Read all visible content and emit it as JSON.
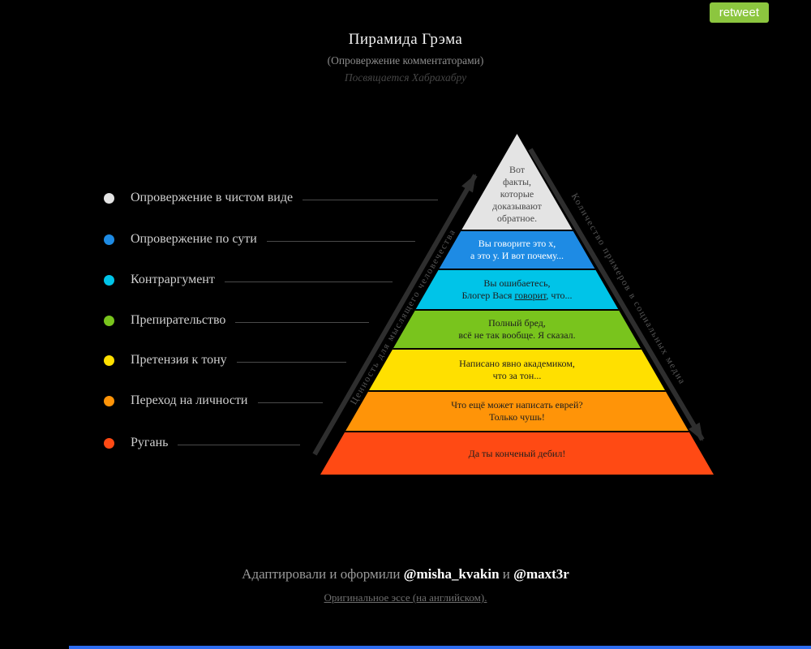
{
  "page": {
    "retweet_label": "retweet",
    "title": "Пирамида Грэма",
    "subtitle": "(Опровержение комментаторами)",
    "dedication": "Посвящается Хабрахабру"
  },
  "colors": {
    "background": "#000000",
    "retweet_green": "#8cc63f",
    "bottom_bar_blue": "#2d6cf0",
    "legend_line_gray": "#4a4a4a",
    "arrow_gray": "#2e2e2e"
  },
  "legend": {
    "items": [
      {
        "label": "Опровержение в чистом виде",
        "color": "#e4e4e4"
      },
      {
        "label": "Опровержение по сути",
        "color": "#1e8be4"
      },
      {
        "label": "Контраргумент",
        "color": "#00c4e8"
      },
      {
        "label": "Препирательство",
        "color": "#79c41d"
      },
      {
        "label": "Претензия к тону",
        "color": "#ffe000"
      },
      {
        "label": "Переход на личности",
        "color": "#ff9408"
      },
      {
        "label": "Ругань",
        "color": "#ff4a14"
      }
    ]
  },
  "pyramid": {
    "left_axis": "Ценность для мыслящего человечества",
    "right_axis": "Количество примеров в социальных медиа",
    "layers": [
      {
        "lines": [
          "Вот",
          "факты,",
          "которые",
          "доказывают",
          "обратное."
        ],
        "color": "#e4e4e4",
        "text_color": "#4a4a4a"
      },
      {
        "lines": [
          "Вы говорите это x,",
          "а это y. И вот почему..."
        ],
        "color": "#1e8be4",
        "text_color": "#ffffff"
      },
      {
        "lines": [
          "Вы ошибаетесь,",
          "Блогер Вася говорит, что..."
        ],
        "underline": "говорит",
        "color": "#00c4e8",
        "text_color": "#1e1e1e"
      },
      {
        "lines": [
          "Полный бред,",
          "всё не так вообще. Я сказал."
        ],
        "color": "#79c41d",
        "text_color": "#1e1e1e"
      },
      {
        "lines": [
          "Написано явно академиком,",
          "что за тон..."
        ],
        "color": "#ffe000",
        "text_color": "#1e1e1e"
      },
      {
        "lines": [
          "Что ещё может написать еврей?",
          "Только чушь!"
        ],
        "color": "#ff9408",
        "text_color": "#1e1e1e"
      },
      {
        "lines": [
          "Да ты конченый дебил!"
        ],
        "color": "#ff4a14",
        "text_color": "#1e1e1e"
      }
    ]
  },
  "footer": {
    "credit_prefix": "Адаптировали и оформили",
    "author1": "@misha_kvakin",
    "conjunction": "и",
    "author2": "@maxt3r",
    "link": "Оригинальное эссе (на английском)."
  }
}
